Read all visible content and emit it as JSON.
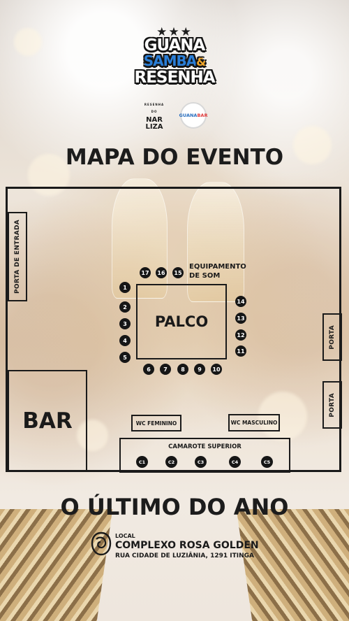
{
  "logo": {
    "line1": "GUANA",
    "line2": "SAMBA",
    "amp": "&",
    "line3": "RESENHA"
  },
  "sponsors": {
    "first_small": "RESENHA DO",
    "first_top": "NAR",
    "first_bottom": "LIZA",
    "second_a": "GUANA",
    "second_b": "BAR"
  },
  "map_title": "MAPA DO EVENTO",
  "map": {
    "entrance": "PORTA DE ENTRADA",
    "stage": "PALCO",
    "sound": "EQUIPAMENTO DE SOM",
    "door_top": "PORTA",
    "door_bottom": "PORTA",
    "bar": "BAR",
    "wc_female": "WC FEMININO",
    "wc_male": "WC MASCULINO",
    "camarote": "CAMAROTE SUPERIOR",
    "tables_left": [
      "1",
      "2",
      "3",
      "4",
      "5"
    ],
    "tables_bottom": [
      "6",
      "7",
      "8",
      "9",
      "10"
    ],
    "tables_right": [
      "14",
      "13",
      "12",
      "11"
    ],
    "tables_top": [
      "17",
      "16",
      "15"
    ],
    "camarote_spots": [
      "C1",
      "C2",
      "C3",
      "C4",
      "C5"
    ]
  },
  "tagline": "O ÚLTIMO DO ANO",
  "location": {
    "label": "LOCAL",
    "venue": "COMPLEXO ROSA GOLDEN",
    "address": "RUA CIDADE DE LUZIÂNIA, 1291 ITINGA"
  },
  "colors": {
    "ink": "#1a1a1a",
    "logo_blue": "#2b7fd8",
    "logo_orange": "#f2a72b"
  },
  "icons": [
    "star-icon",
    "rose-icon"
  ]
}
